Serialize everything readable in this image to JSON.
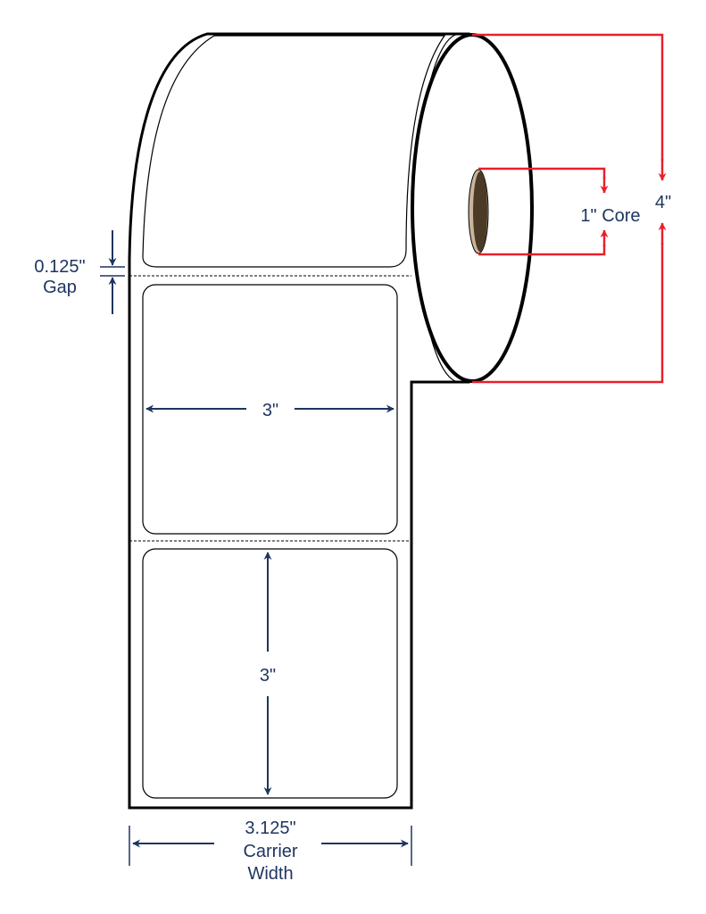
{
  "labels": {
    "gap_value": "0.125\"",
    "gap_word": "Gap",
    "label_width": "3\"",
    "label_height": "3\"",
    "core": "1\" Core",
    "roll_diameter": "4\"",
    "carrier_value": "3.125\"",
    "carrier_word": "Carrier",
    "carrier_width_word": "Width"
  },
  "colors": {
    "outline": "#000000",
    "dimension": "#1f3560",
    "roll_dimension": "#e8202a",
    "core_fill": "#4a3a26"
  }
}
